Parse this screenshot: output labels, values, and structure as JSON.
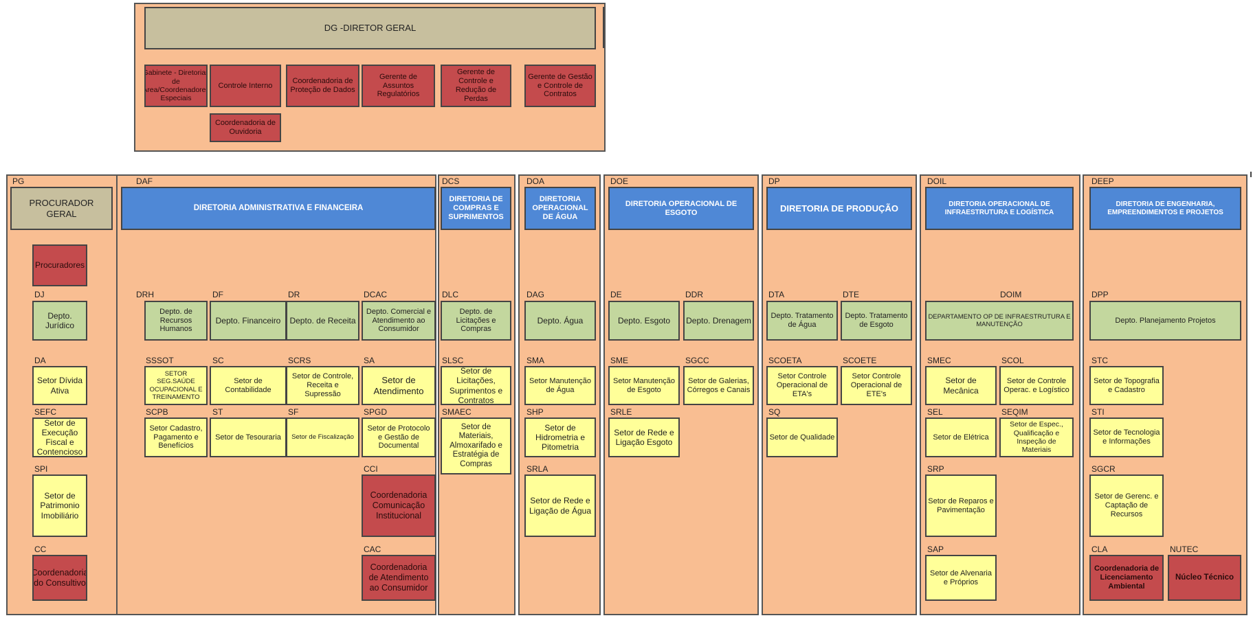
{
  "top": {
    "director": "DG -DIRETOR GERAL",
    "gabinete": "Gabinete - Diretorias de Área/Coordenadores Especiais",
    "controle_interno": "Controle Interno",
    "protecao_dados": "Coordenadoria de Proteção de Dados",
    "assuntos_regulatorios": "Gerente de Assuntos Regulatórios",
    "controle_perdas": "Gerente de Controle e Redução de Perdas",
    "gestao_contratos": "Gerente de Gestão e Controle de Contratos",
    "ouvidoria": "Coordenadoria de Ouvidoria"
  },
  "pg": {
    "code": "PG",
    "title": "PROCURADOR GERAL",
    "procuradores": "Procuradores",
    "dj_code": "DJ",
    "dj": "Depto. Jurídico",
    "da_code": "DA",
    "da": "Setor Dívida Ativa",
    "sefc_code": "SEFC",
    "sefc": "Setor de Execução Fiscal e Contencioso",
    "spi_code": "SPI",
    "spi": "Setor de Patrimonio Imobiliário",
    "cc_code": "CC",
    "cc": "Coordenadoria do Consultivo"
  },
  "daf": {
    "code": "DAF",
    "title": "DIRETORIA ADMINISTRATIVA E FINANCEIRA",
    "drh_code": "DRH",
    "drh": "Depto. de Recursos Humanos",
    "df_code": "DF",
    "df": "Depto.   Financeiro",
    "dr_code": "DR",
    "dr": "Depto. de Receita",
    "dcac_code": "DCAC",
    "dcac": "Depto. Comercial e Atendimento ao Consumidor",
    "sssot_code": "SSSOT",
    "sssot": "SETOR SEG.SAÚDE OCUPACIONAL E TREINAMENTO",
    "sc_code": "SC",
    "sc": "Setor de Contabilidade",
    "scrs_code": "SCRS",
    "scrs": "Setor de Controle, Receita e Supressão",
    "sa_code": "SA",
    "sa": "Setor de Atendimento",
    "scpb_code": "SCPB",
    "scpb": "Setor Cadastro, Pagamento e Benefícios",
    "st_code": "ST",
    "st": "Setor de Tesouraria",
    "sf_code": "SF",
    "sf": "Setor de Fiscalização",
    "spgd_code": "SPGD",
    "spgd": "Setor de Protocolo e Gestão de Documental",
    "cci_code": "CCI",
    "cci": "Coordenadoria Comunicação Institucional",
    "cac_code": "CAC",
    "cac": "Coordenadoria de Atendimento ao Consumidor"
  },
  "dcs": {
    "code": "DCS",
    "title": "DIRETORIA DE COMPRAS E SUPRIMENTOS",
    "dlc_code": "DLC",
    "dlc": "Depto. de Licitações e Compras",
    "slsc_code": "SLSC",
    "slsc": "Setor de Licitações, Suprimentos e Contratos",
    "smaec_code": "SMAEC",
    "smaec": "Setor de Materiais, Almoxarifado e Estratégia de Compras"
  },
  "doa": {
    "code": "DOA",
    "title": "DIRETORIA OPERACIONAL DE ÁGUA",
    "dag_code": "DAG",
    "dag": "Depto. Água",
    "sma_code": "SMA",
    "sma": "Setor  Manutenção de Água",
    "shp_code": "SHP",
    "shp": "Setor de Hidrometria e Pitometria",
    "srla_code": "SRLA",
    "srla": "Setor de Rede e Ligação de Água"
  },
  "doe": {
    "code": "DOE",
    "title": "DIRETORIA OPERACIONAL DE ESGOTO",
    "de_code": "DE",
    "de": "Depto. Esgoto",
    "ddr_code": "DDR",
    "ddr": "Depto.  Drenagem",
    "sme_code": "SME",
    "sme": "Setor Manutenção de Esgoto",
    "sgcc_code": "SGCC",
    "sgcc": "Setor de Galerias, Córregos e Canais",
    "srle_code": "SRLE",
    "srle": "Setor de Rede e Ligação Esgoto"
  },
  "dp": {
    "code": "DP",
    "title": "DIRETORIA DE PRODUÇÃO",
    "dta_code": "DTA",
    "dta": "Depto. Tratamento de Água",
    "dte_code": "DTE",
    "dte": "Depto. Tratamento de Esgoto",
    "scoeta_code": "SCOETA",
    "scoeta": "Setor Controle Operacional de ETA's",
    "scoete_code": "SCOETE",
    "scoete": "Setor Controle Operacional de ETE's",
    "sq_code": "SQ",
    "sq": "Setor de Qualidade"
  },
  "doil": {
    "code": "DOIL",
    "title": "DIRETORIA OPERACIONAL DE INFRAESTRUTURA E LOGÍSTICA",
    "doim_code": "DOIM",
    "doim": "DEPARTAMENTO OP DE INFRAESTRUTURA E MANUTENÇÃO",
    "smec_code": "SMEC",
    "smec": "Setor de Mecânica",
    "scol_code": "SCOL",
    "scol": "Setor de Controle Operac. e Logístico",
    "sel_code": "SEL",
    "sel": "Setor de Elétrica",
    "seqim_code": "SEQIM",
    "seqim": "Setor de Espec., Qualificação e Inspeção de Materiais",
    "srp_code": "SRP",
    "srp": "Setor de Reparos e Pavimentação",
    "sap_code": "SAP",
    "sap": "Setor de Alvenaria e Próprios"
  },
  "deep": {
    "code": "DEEP",
    "title": "DIRETORIA DE ENGENHARIA, EMPREENDIMENTOS E PROJETOS",
    "dpp_code": "DPP",
    "dpp": "Depto. Planejamento Projetos",
    "stc_code": "STC",
    "stc": "Setor de Topografia e Cadastro",
    "sti_code": "STI",
    "sti": "Setor de Tecnologia e Informações",
    "sgcr_code": "SGCR",
    "sgcr": "Setor de Gerenc. e Captação de Recursos",
    "cla_code": "CLA",
    "cla": "Coordenadoria de Licenciamento Ambiental",
    "nutec_code": "NUTEC",
    "nutec": "Núcleo Técnico"
  }
}
